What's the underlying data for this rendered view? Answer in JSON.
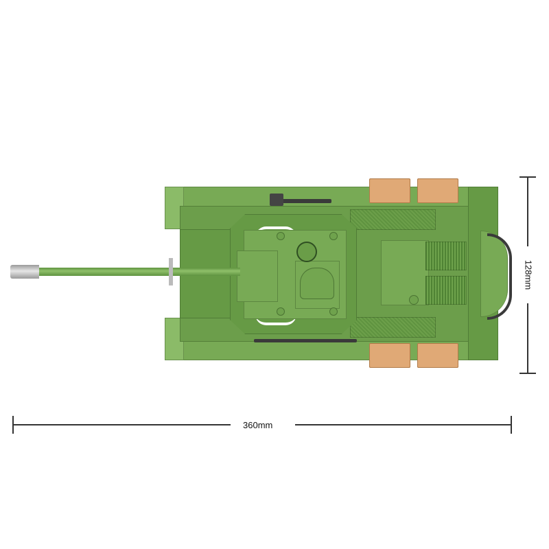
{
  "product": {
    "subject": "Brick-built tank model, top view",
    "colors": {
      "hull_green": "#6c9e4b",
      "light_green": "#8bbb68",
      "dark_green": "#5d8f3e",
      "crate_tan": "#e0a976",
      "barrel_tip": "#c8c8c8",
      "dimension_line": "#333333"
    }
  },
  "dimensions": {
    "length_label": "360mm",
    "width_label": "128mm"
  }
}
